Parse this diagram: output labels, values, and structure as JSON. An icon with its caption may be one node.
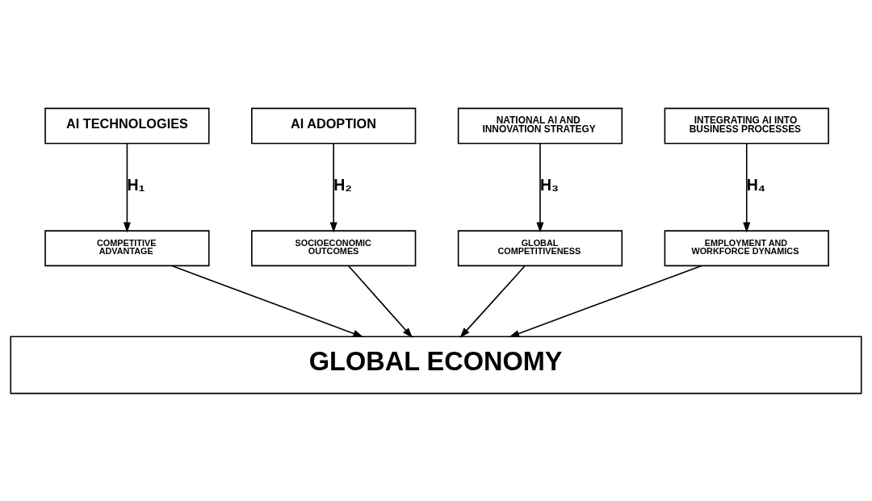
{
  "diagram": {
    "nodes": [
      {
        "text": [
          "AI TECHNOLOGIES"
        ]
      },
      {
        "text": [
          "AI ADOPTION"
        ]
      },
      {
        "text": [
          "NATIONAL AI AND INNOVATION STRATEGY"
        ]
      },
      {
        "text": [
          "INTEGRATING AI INTO BUSINESS PROCESSES"
        ]
      },
      {
        "text": [
          "COMPETITIVE ADVANTAGE"
        ]
      },
      {
        "text": [
          "SOCIOECONOMIC OUTCOMES"
        ]
      },
      {
        "text": [
          "GLOBAL COMPETITIVENESS"
        ]
      },
      {
        "text": [
          "EMPLOYMENT AND WORKFORCE DYNAMICS"
        ]
      },
      {
        "text": [
          "GLOBAL ECONOMY"
        ]
      }
    ],
    "edges": [
      {
        "from": 0,
        "to": 4,
        "arrow": "to",
        "label": "H₁"
      },
      {
        "from": 1,
        "to": 5,
        "arrow": "to",
        "label": "H₂"
      },
      {
        "from": 2,
        "to": 6,
        "arrow": "to",
        "label": "H₃"
      },
      {
        "from": 3,
        "to": 7,
        "arrow": "to",
        "label": "H₄"
      },
      {
        "from": 4,
        "to": 8,
        "arrow": "to"
      },
      {
        "from": 5,
        "to": 8,
        "arrow": "to"
      },
      {
        "from": 6,
        "to": 8,
        "arrow": "to"
      },
      {
        "from": 7,
        "to": 8,
        "arrow": "to"
      }
    ]
  }
}
